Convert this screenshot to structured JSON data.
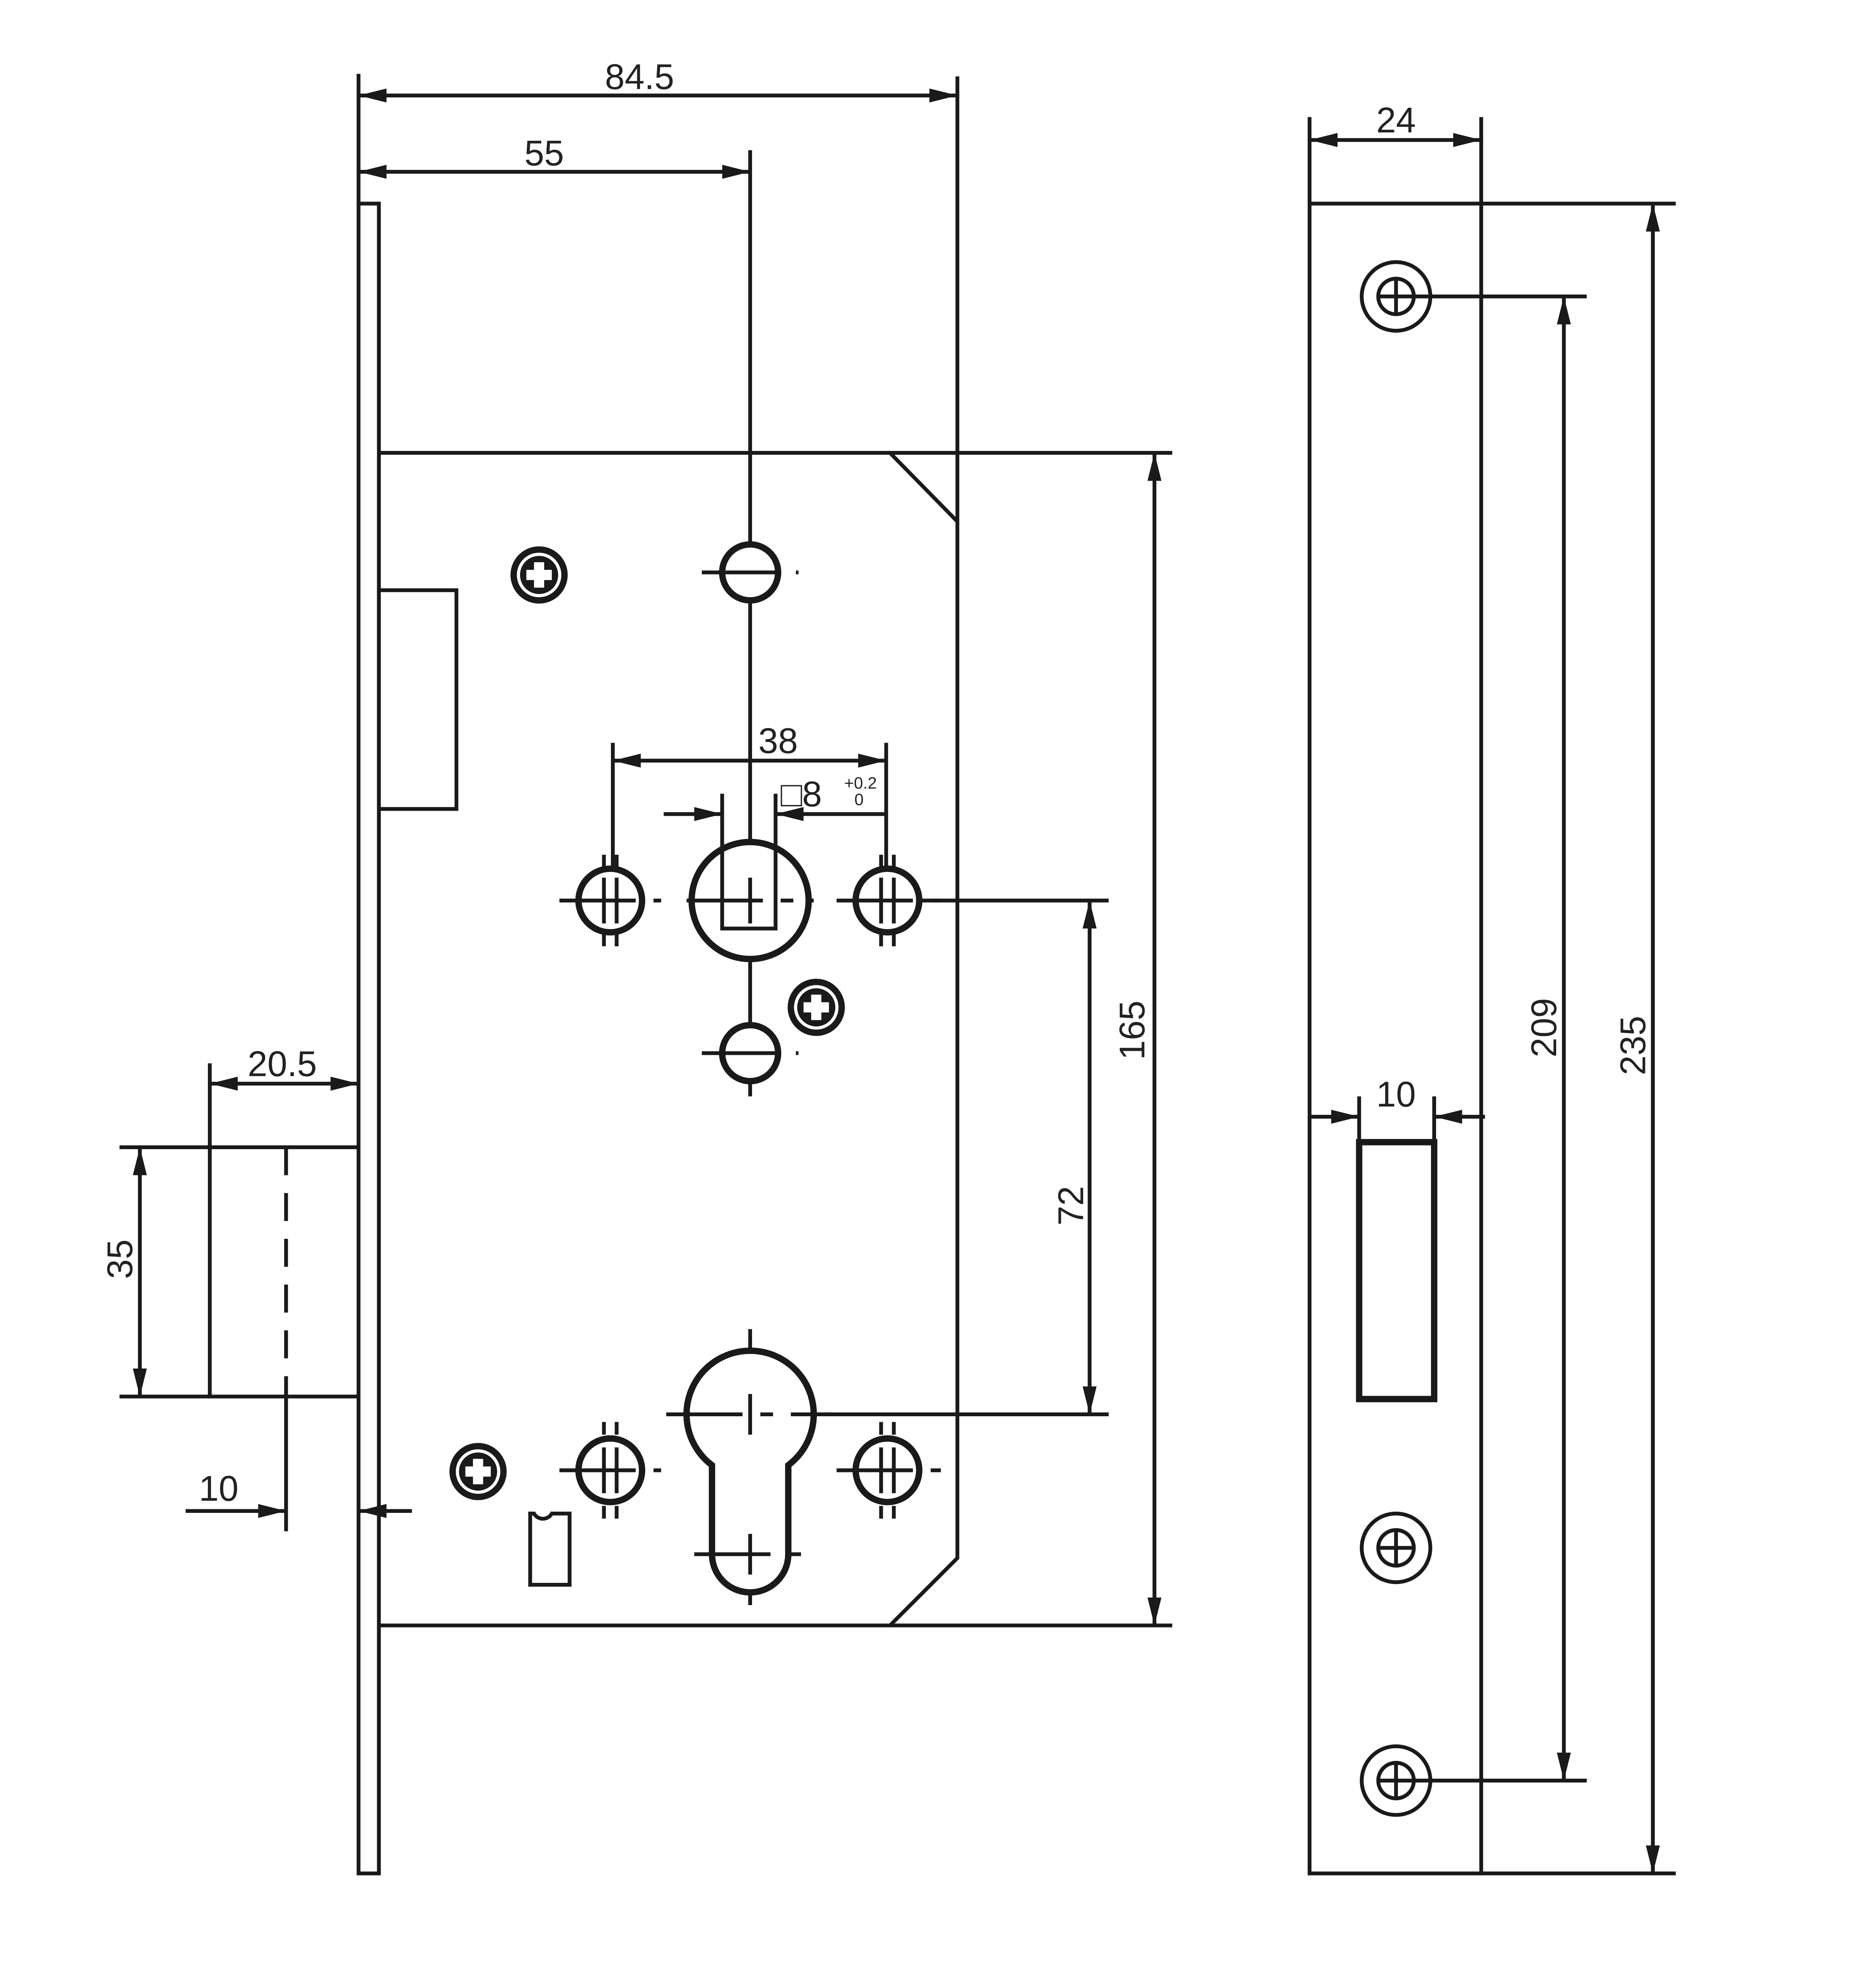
{
  "drawing": {
    "title": "",
    "colors": {
      "line": "#1a1a1a",
      "background": "#ffffff"
    },
    "dimensions": {
      "backset_total": "84.5",
      "backset": "55",
      "handle_hole_spacing": "38",
      "spindle_square": "□8",
      "spindle_tol_upper": "+0.2",
      "spindle_tol_lower": "0",
      "case_height": "165",
      "center_distance": "72",
      "latch_projection": "20.5",
      "latch_height": "35",
      "latch_offset": "10",
      "faceplate_width": "24",
      "faceplate_length": "235",
      "fixing_hole_spacing": "209",
      "slot_width": "10"
    }
  }
}
